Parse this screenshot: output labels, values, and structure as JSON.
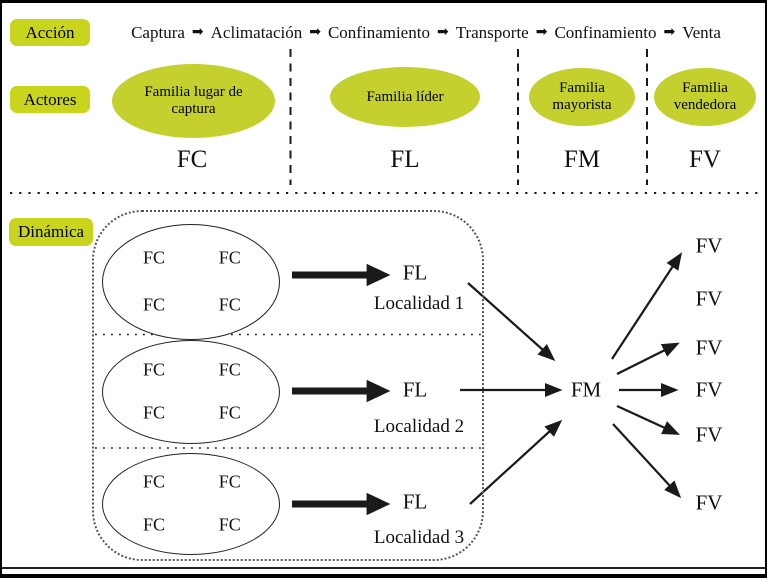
{
  "colors": {
    "background": "#ffffff",
    "label_bg": "#c9d51c",
    "ellipse_bg": "#c3d02d",
    "line": "#1a1a1a"
  },
  "action_row": {
    "label": "Acción",
    "arrow_glyph": "➡",
    "steps": [
      "Captura",
      "Aclimatación",
      "Confinamiento",
      "Transporte",
      "Confinamiento",
      "Venta"
    ]
  },
  "actors_row": {
    "label": "Actores",
    "actors": [
      {
        "name": "Familia lugar de captura",
        "acronym": "FC"
      },
      {
        "name": "Familia líder",
        "acronym": "FL"
      },
      {
        "name": "Familia mayorista",
        "acronym": "FM"
      },
      {
        "name": "Familia vendedora",
        "acronym": "FV"
      }
    ]
  },
  "dynamics": {
    "label": "Dinámica",
    "localities": [
      {
        "name": "Localidad 1",
        "members": [
          "FC",
          "FC",
          "FC",
          "FC"
        ],
        "leader": "FL"
      },
      {
        "name": "Localidad 2",
        "members": [
          "FC",
          "FC",
          "FC",
          "FC"
        ],
        "leader": "FL"
      },
      {
        "name": "Localidad 3",
        "members": [
          "FC",
          "FC",
          "FC",
          "FC"
        ],
        "leader": "FL"
      }
    ],
    "wholesaler": "FM",
    "vendors": [
      "FV",
      "FV",
      "FV",
      "FV",
      "FV",
      "FV"
    ]
  }
}
